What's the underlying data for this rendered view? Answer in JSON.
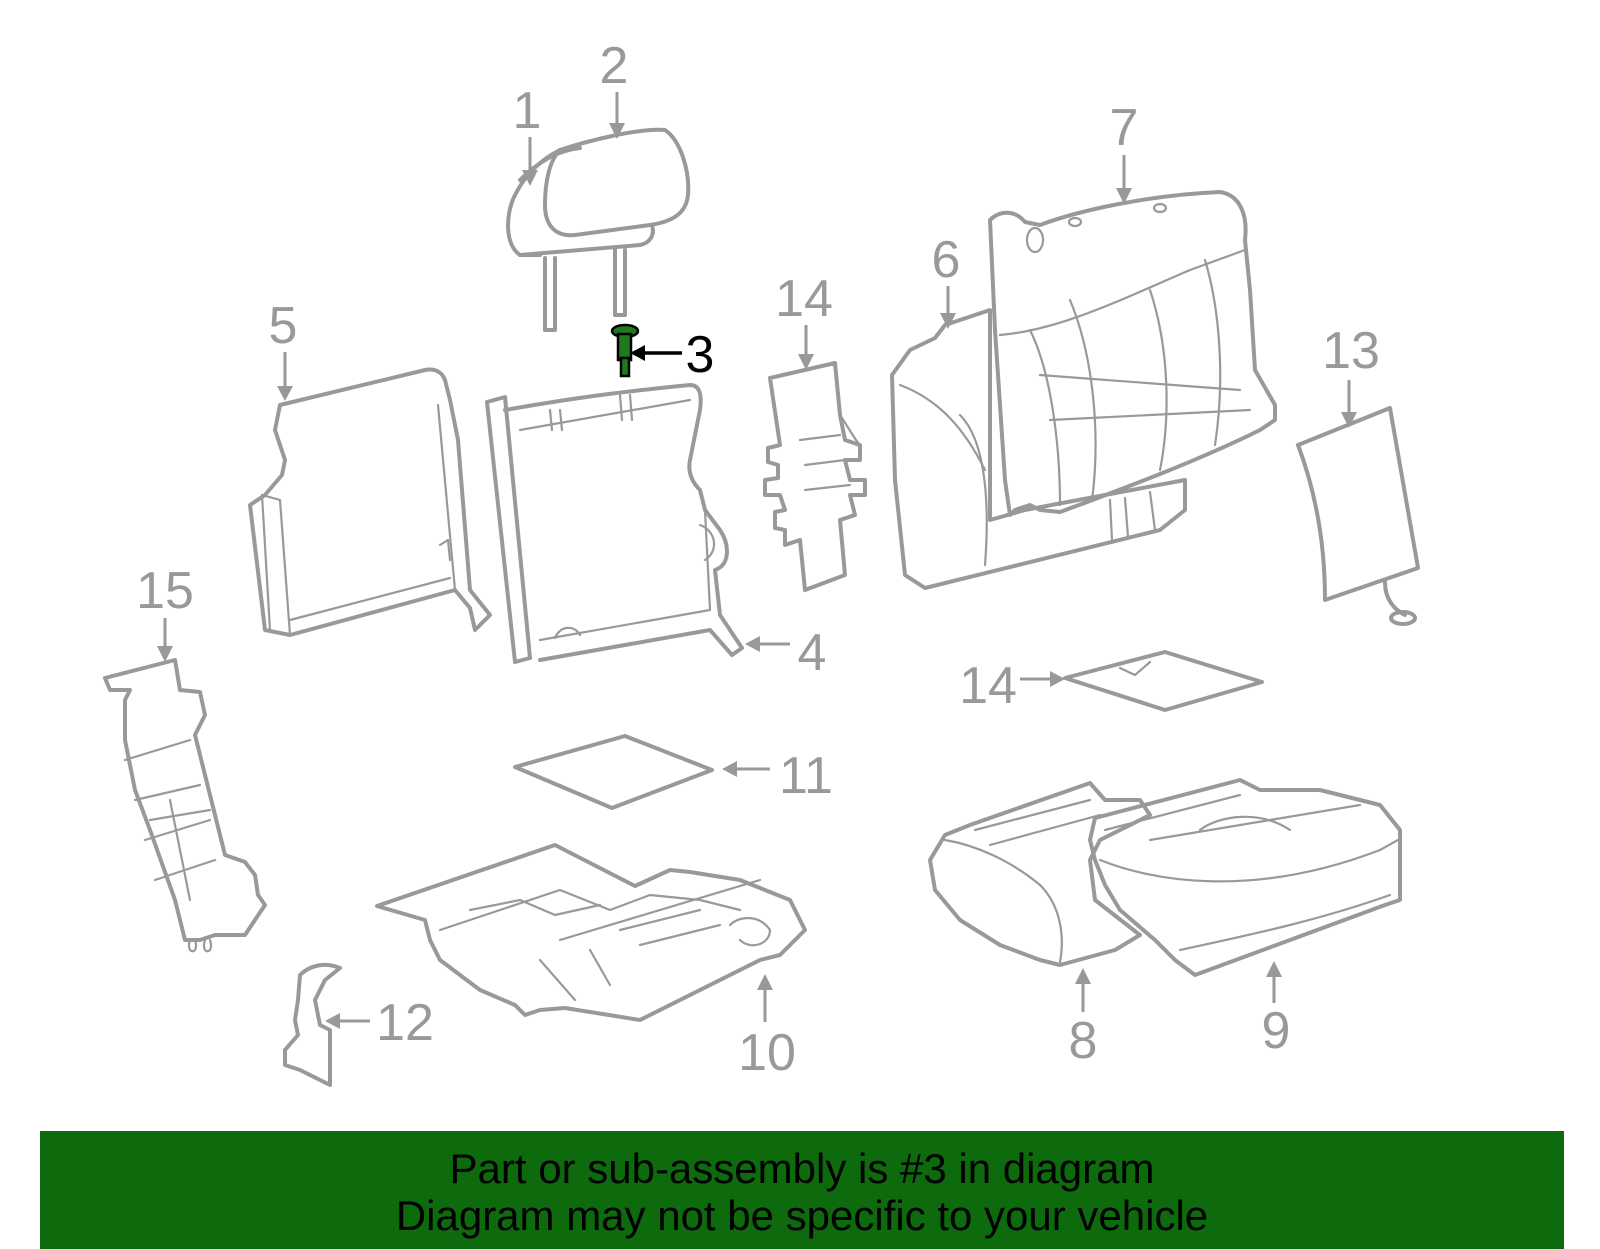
{
  "diagram": {
    "highlight_color": "#1f7a1f",
    "line_color": "#999999",
    "highlighted_part": "3",
    "callouts": [
      {
        "id": "c1",
        "label": "1"
      },
      {
        "id": "c2",
        "label": "2"
      },
      {
        "id": "c3",
        "label": "3"
      },
      {
        "id": "c4",
        "label": "4"
      },
      {
        "id": "c5",
        "label": "5"
      },
      {
        "id": "c6",
        "label": "6"
      },
      {
        "id": "c7",
        "label": "7"
      },
      {
        "id": "c8",
        "label": "8"
      },
      {
        "id": "c9",
        "label": "9"
      },
      {
        "id": "c10",
        "label": "10"
      },
      {
        "id": "c11",
        "label": "11"
      },
      {
        "id": "c12",
        "label": "12"
      },
      {
        "id": "c13",
        "label": "13"
      },
      {
        "id": "c14a",
        "label": "14"
      },
      {
        "id": "c14b",
        "label": "14"
      },
      {
        "id": "c15",
        "label": "15"
      }
    ]
  },
  "banner": {
    "background": "#0d6a0d",
    "line1": "Part or sub-assembly is #3 in diagram",
    "line2": "Diagram may not be specific to your vehicle"
  }
}
